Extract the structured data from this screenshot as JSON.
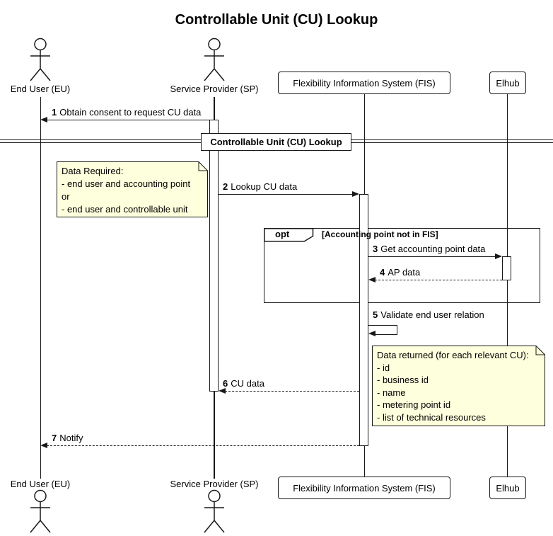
{
  "title": "Controllable Unit (CU) Lookup",
  "actors": {
    "end_user": {
      "label": "End User (EU)"
    },
    "service_provider": {
      "label": "Service Provider (SP)"
    }
  },
  "participants": {
    "fis": {
      "label": "Flexibility Information System (FIS)"
    },
    "elhub": {
      "label": "Elhub"
    }
  },
  "divider": {
    "label": "Controllable Unit (CU) Lookup"
  },
  "fragment": {
    "operator": "opt",
    "guard": "[Accounting point not in FIS]"
  },
  "messages": [
    {
      "seq": "1",
      "text": "Obtain consent to request CU data"
    },
    {
      "seq": "2",
      "text": "Lookup CU data"
    },
    {
      "seq": "3",
      "text": "Get accounting point data"
    },
    {
      "seq": "4",
      "text": "AP data"
    },
    {
      "seq": "5",
      "text": "Validate end user relation"
    },
    {
      "seq": "6",
      "text": "CU data"
    },
    {
      "seq": "7",
      "text": "Notify"
    }
  ],
  "notes": {
    "data_required": {
      "lines": [
        "Data Required:",
        "- end user and accounting point",
        "or",
        "- end user and controllable unit"
      ]
    },
    "data_returned": {
      "lines": [
        "Data returned (for each relevant CU):",
        "- id",
        "- business id",
        "- name",
        "- metering point id",
        "- list of technical resources"
      ]
    }
  },
  "colors": {
    "note_bg": "#FEFFDD",
    "line": "#181818",
    "background": "#FFFFFF"
  }
}
